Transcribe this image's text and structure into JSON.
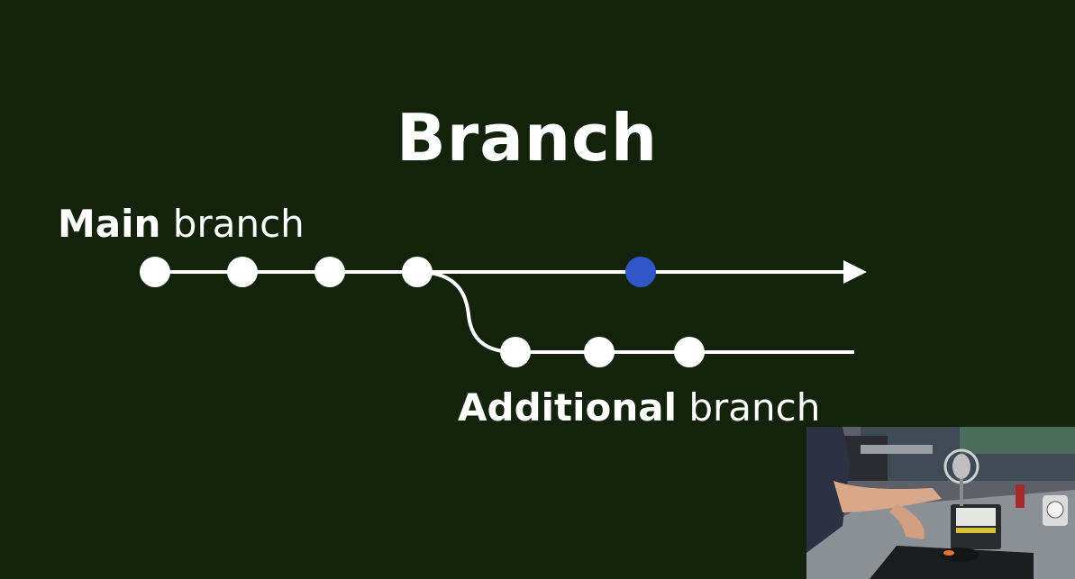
{
  "title": "Branch",
  "main_branch": {
    "label_strong": "Main",
    "label_rest": " branch",
    "commits": 5,
    "highlight_index": 4,
    "commit_color": "#ffffff",
    "highlight_color": "#2f55c7"
  },
  "additional_branch": {
    "label_strong": "Additional",
    "label_rest": " branch",
    "commits": 3,
    "fork_from_index": 3,
    "commit_color": "#ffffff"
  },
  "colors": {
    "background": "#13230b",
    "line": "#ffffff"
  },
  "webcam_inset": {
    "icon": "webcam-video-feed"
  }
}
